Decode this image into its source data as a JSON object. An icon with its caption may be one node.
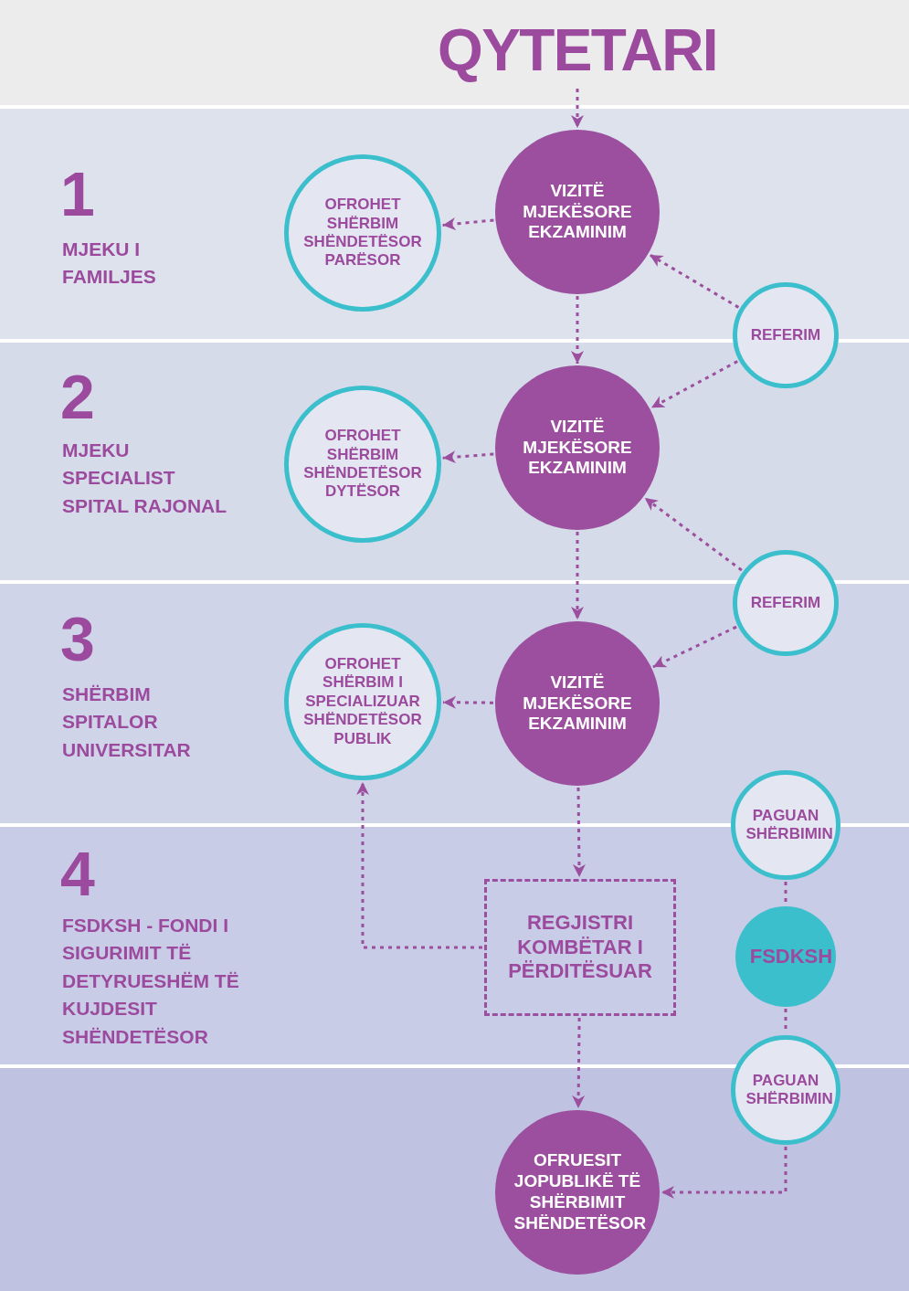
{
  "diagram": {
    "nodes": [
      {
        "text": [
          "QYTETARI"
        ]
      },
      {
        "text": [
          "VIZITË MJEKËSORE EKZAMINIM"
        ]
      },
      {
        "text": [
          "OFROHET SHËRBIM SHËNDETËSOR PARËSOR"
        ]
      },
      {
        "text": [
          "REFERIM"
        ]
      },
      {
        "text": [
          "VIZITË MJEKËSORE EKZAMINIM"
        ]
      },
      {
        "text": [
          "OFROHET SHËRBIM SHËNDETËSOR DYTËSOR"
        ]
      },
      {
        "text": [
          "REFERIM"
        ]
      },
      {
        "text": [
          "VIZITË MJEKËSORE EKZAMINIM"
        ]
      },
      {
        "text": [
          "OFROHET SHËRBIM I SPECIALIZUAR SHËNDETËSOR PUBLIK"
        ]
      },
      {
        "text": [
          "PAGUAN SHËRBIMIN"
        ]
      },
      {
        "text": [
          "REGJISTRI KOMBËTAR I PËRDITËSUAR"
        ]
      },
      {
        "text": [
          "FSDKSH"
        ]
      },
      {
        "text": [
          "PAGUAN SHËRBIMIN"
        ]
      },
      {
        "text": [
          "OFRUESIT JOPUBLIKË TË SHËRBIMIT SHËNDETËSOR"
        ]
      }
    ],
    "edges": [
      {
        "from": 0,
        "to": 1,
        "arrow": "to",
        "style": "dashed"
      },
      {
        "from": 1,
        "to": 2,
        "arrow": "to",
        "style": "dashed"
      },
      {
        "from": 3,
        "to": 1,
        "arrow": "to",
        "style": "dashed"
      },
      {
        "from": 1,
        "to": 4,
        "arrow": "to",
        "style": "dashed"
      },
      {
        "from": 3,
        "to": 4,
        "arrow": "to",
        "style": "dashed"
      },
      {
        "from": 4,
        "to": 5,
        "arrow": "to",
        "style": "dashed"
      },
      {
        "from": 6,
        "to": 4,
        "arrow": "to",
        "style": "dashed"
      },
      {
        "from": 4,
        "to": 7,
        "arrow": "to",
        "style": "dashed"
      },
      {
        "from": 6,
        "to": 7,
        "arrow": "to",
        "style": "dashed"
      },
      {
        "from": 7,
        "to": 8,
        "arrow": "to",
        "style": "dashed"
      },
      {
        "from": 7,
        "to": 10,
        "arrow": "to",
        "style": "dashed"
      },
      {
        "from": 10,
        "to": 8,
        "arrow": "to",
        "style": "dashed"
      },
      {
        "from": 9,
        "to": 11,
        "arrow": "none",
        "style": "dashed"
      },
      {
        "from": 11,
        "to": 12,
        "arrow": "none",
        "style": "dashed"
      },
      {
        "from": 12,
        "to": 13,
        "arrow": "to",
        "style": "dashed"
      },
      {
        "from": 10,
        "to": 13,
        "arrow": "to",
        "style": "dashed"
      }
    ],
    "labels": [
      "1",
      "MJEKU I FAMILJES",
      "2",
      "MJEKU SPECIALIST SPITAL RAJONAL",
      "3",
      "SHËRBIM SPITALOR UNIVERSITAR",
      "4",
      "FSDKSH - FONDI I SIGURIMIT TË DETYRUESHËM TË KUJDESIT SHËNDETËSOR"
    ]
  }
}
